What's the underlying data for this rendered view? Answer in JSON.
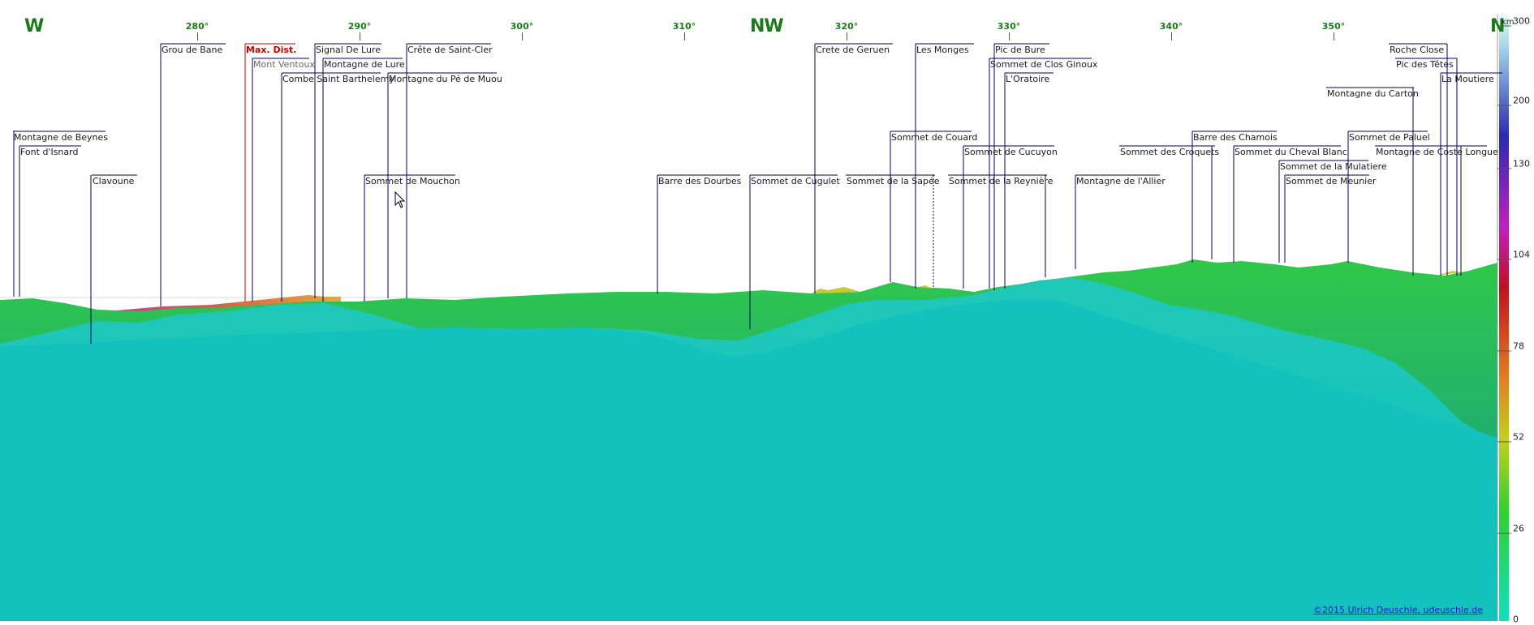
{
  "compass": {
    "cardinals": [
      {
        "label": "W",
        "pos": 0.0
      },
      {
        "label": "NW",
        "pos": 45.0
      },
      {
        "label": "N",
        "pos": 90.0
      }
    ],
    "degrees": [
      "280°",
      "290°",
      "300°",
      "310°",
      "320°",
      "330°",
      "340°",
      "350°"
    ]
  },
  "peaks": [
    {
      "name": "Montagne de Beynes",
      "type": "normal"
    },
    {
      "name": "Font d'Isnard",
      "type": "normal"
    },
    {
      "name": "Clavoune",
      "type": "normal"
    },
    {
      "name": "Grou de Bane",
      "type": "normal"
    },
    {
      "name": "Max. Dist.",
      "type": "red"
    },
    {
      "name": "Mont Ventoux",
      "type": "grey"
    },
    {
      "name": "Combe Saint Barthelemy",
      "type": "normal"
    },
    {
      "name": "Signal De Lure",
      "type": "normal"
    },
    {
      "name": "Montagne de Lure",
      "type": "normal"
    },
    {
      "name": "Sommet de Mouchon",
      "type": "normal"
    },
    {
      "name": "Montagne du Pé de Muou",
      "type": "normal"
    },
    {
      "name": "Crête de Saint-Cler",
      "type": "normal"
    },
    {
      "name": "Barre des Dourbes",
      "type": "normal"
    },
    {
      "name": "Sommet de Cugulet",
      "type": "normal"
    },
    {
      "name": "Crete de Geruen",
      "type": "normal"
    },
    {
      "name": "Sommet de la Sapée",
      "type": "normal"
    },
    {
      "name": "Sommet de Couard",
      "type": "normal"
    },
    {
      "name": "Les Monges",
      "type": "normal"
    },
    {
      "name": "Sommet de la Reynière",
      "type": "normal"
    },
    {
      "name": "Sommet de Cucuyon",
      "type": "normal"
    },
    {
      "name": "Sommet de Clos Ginoux",
      "type": "normal"
    },
    {
      "name": "Pic de Bure",
      "type": "normal"
    },
    {
      "name": "L'Oratoire",
      "type": "normal"
    },
    {
      "name": "Montagne de l'Allier",
      "type": "normal"
    },
    {
      "name": "Sommet des Croquets",
      "type": "normal"
    },
    {
      "name": "Barre des Chamois",
      "type": "normal"
    },
    {
      "name": "Sommet du Cheval Blanc",
      "type": "normal"
    },
    {
      "name": "Sommet de la Mulatiere",
      "type": "normal"
    },
    {
      "name": "Sommet de Meunier",
      "type": "normal"
    },
    {
      "name": "Sommet de Paluel",
      "type": "normal"
    },
    {
      "name": "Montagne du Carton",
      "type": "normal"
    },
    {
      "name": "Montagne de Coste Longue",
      "type": "normal"
    },
    {
      "name": "Roche Close",
      "type": "normal"
    },
    {
      "name": "Pic des Têtes",
      "type": "normal"
    },
    {
      "name": "La Moutiere",
      "type": "normal"
    }
  ],
  "distance_scale": {
    "unit": "km",
    "ticks": [
      "300",
      "200",
      "130",
      "104",
      "78",
      "52",
      "26",
      "0"
    ]
  },
  "copyright": "©2015 Ulrich Deuschle, udeuschle.de",
  "colors": {
    "compass": "#1a7a1a",
    "label_text": "#1a1a1a",
    "max_dist": "#cc0000",
    "leader_line": "#000066",
    "foreground_teal": "#13c4bf"
  }
}
